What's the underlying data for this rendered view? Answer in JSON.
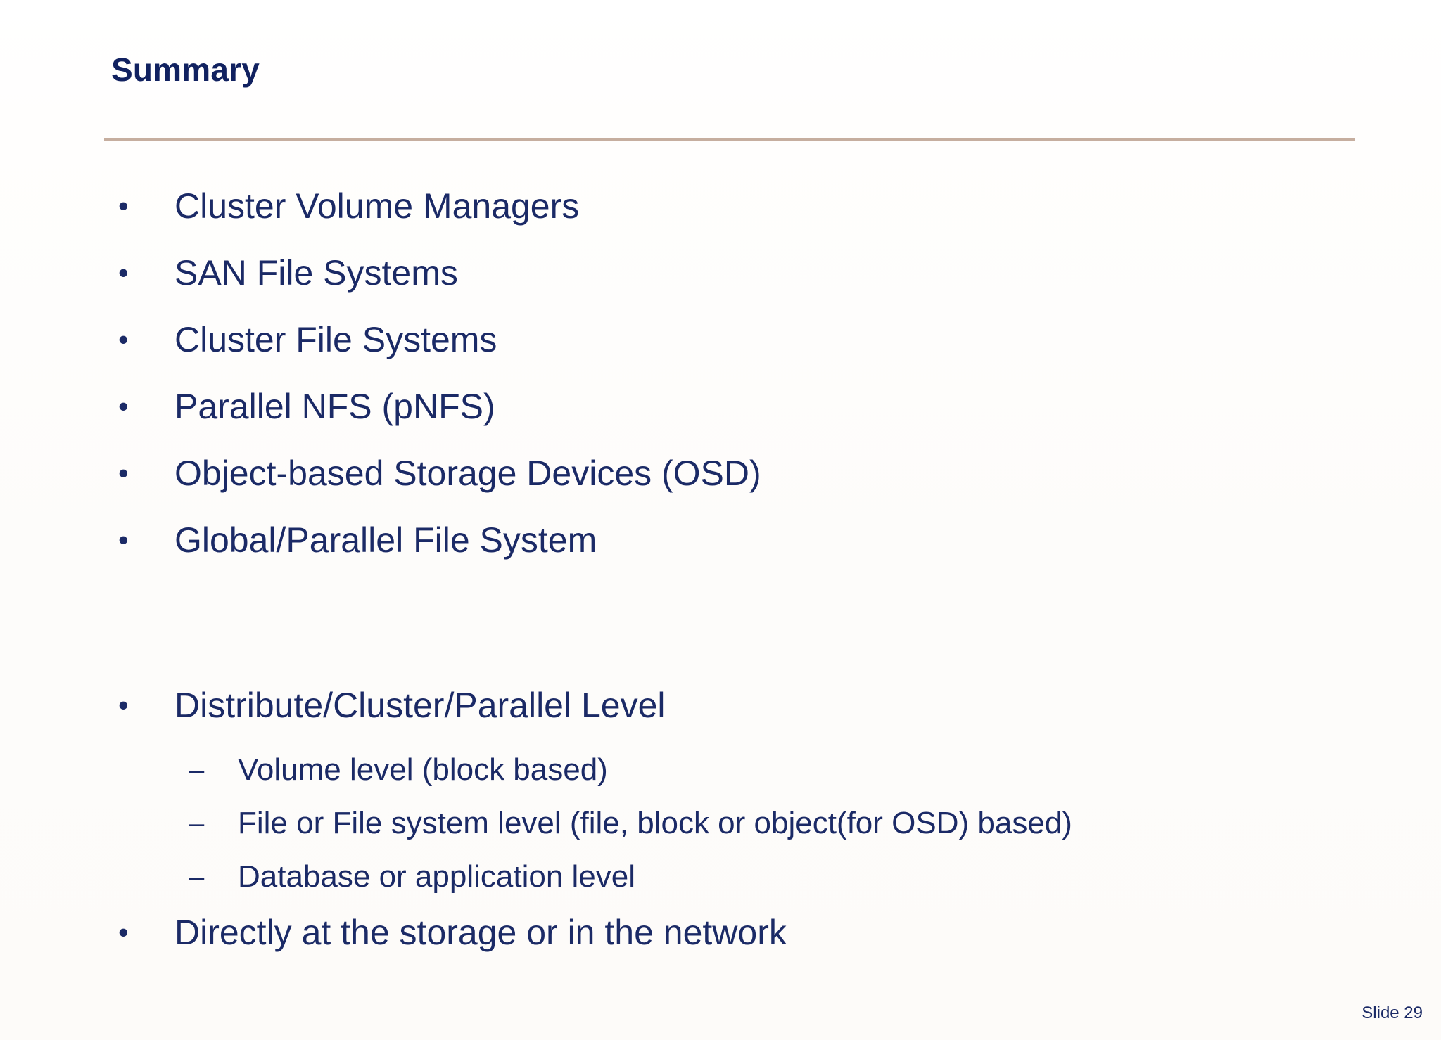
{
  "slide": {
    "title": "Summary",
    "footer": "Slide 29",
    "colors": {
      "text_navy": "#1b2a66",
      "title_navy": "#112160",
      "divider_taupe": "#c6ae9f",
      "background": "#ffffff"
    },
    "markers": {
      "bullet": "•",
      "dash": "–"
    },
    "groups": [
      {
        "items": [
          {
            "level": 1,
            "text": "Cluster Volume Managers"
          },
          {
            "level": 1,
            "text": "SAN File Systems"
          },
          {
            "level": 1,
            "text": "Cluster File Systems"
          },
          {
            "level": 1,
            "text": "Parallel NFS (pNFS)"
          },
          {
            "level": 1,
            "text": "Object-based Storage Devices (OSD)"
          },
          {
            "level": 1,
            "text": "Global/Parallel File System"
          }
        ]
      },
      {
        "items": [
          {
            "level": 1,
            "text": "Distribute/Cluster/Parallel Level"
          },
          {
            "level": 2,
            "text": "Volume level (block based)"
          },
          {
            "level": 2,
            "text": "File or File system level (file, block or object(for OSD) based)"
          },
          {
            "level": 2,
            "text": "Database or application level"
          },
          {
            "level": 1,
            "text": "Directly at the storage or in the network"
          }
        ]
      }
    ]
  }
}
